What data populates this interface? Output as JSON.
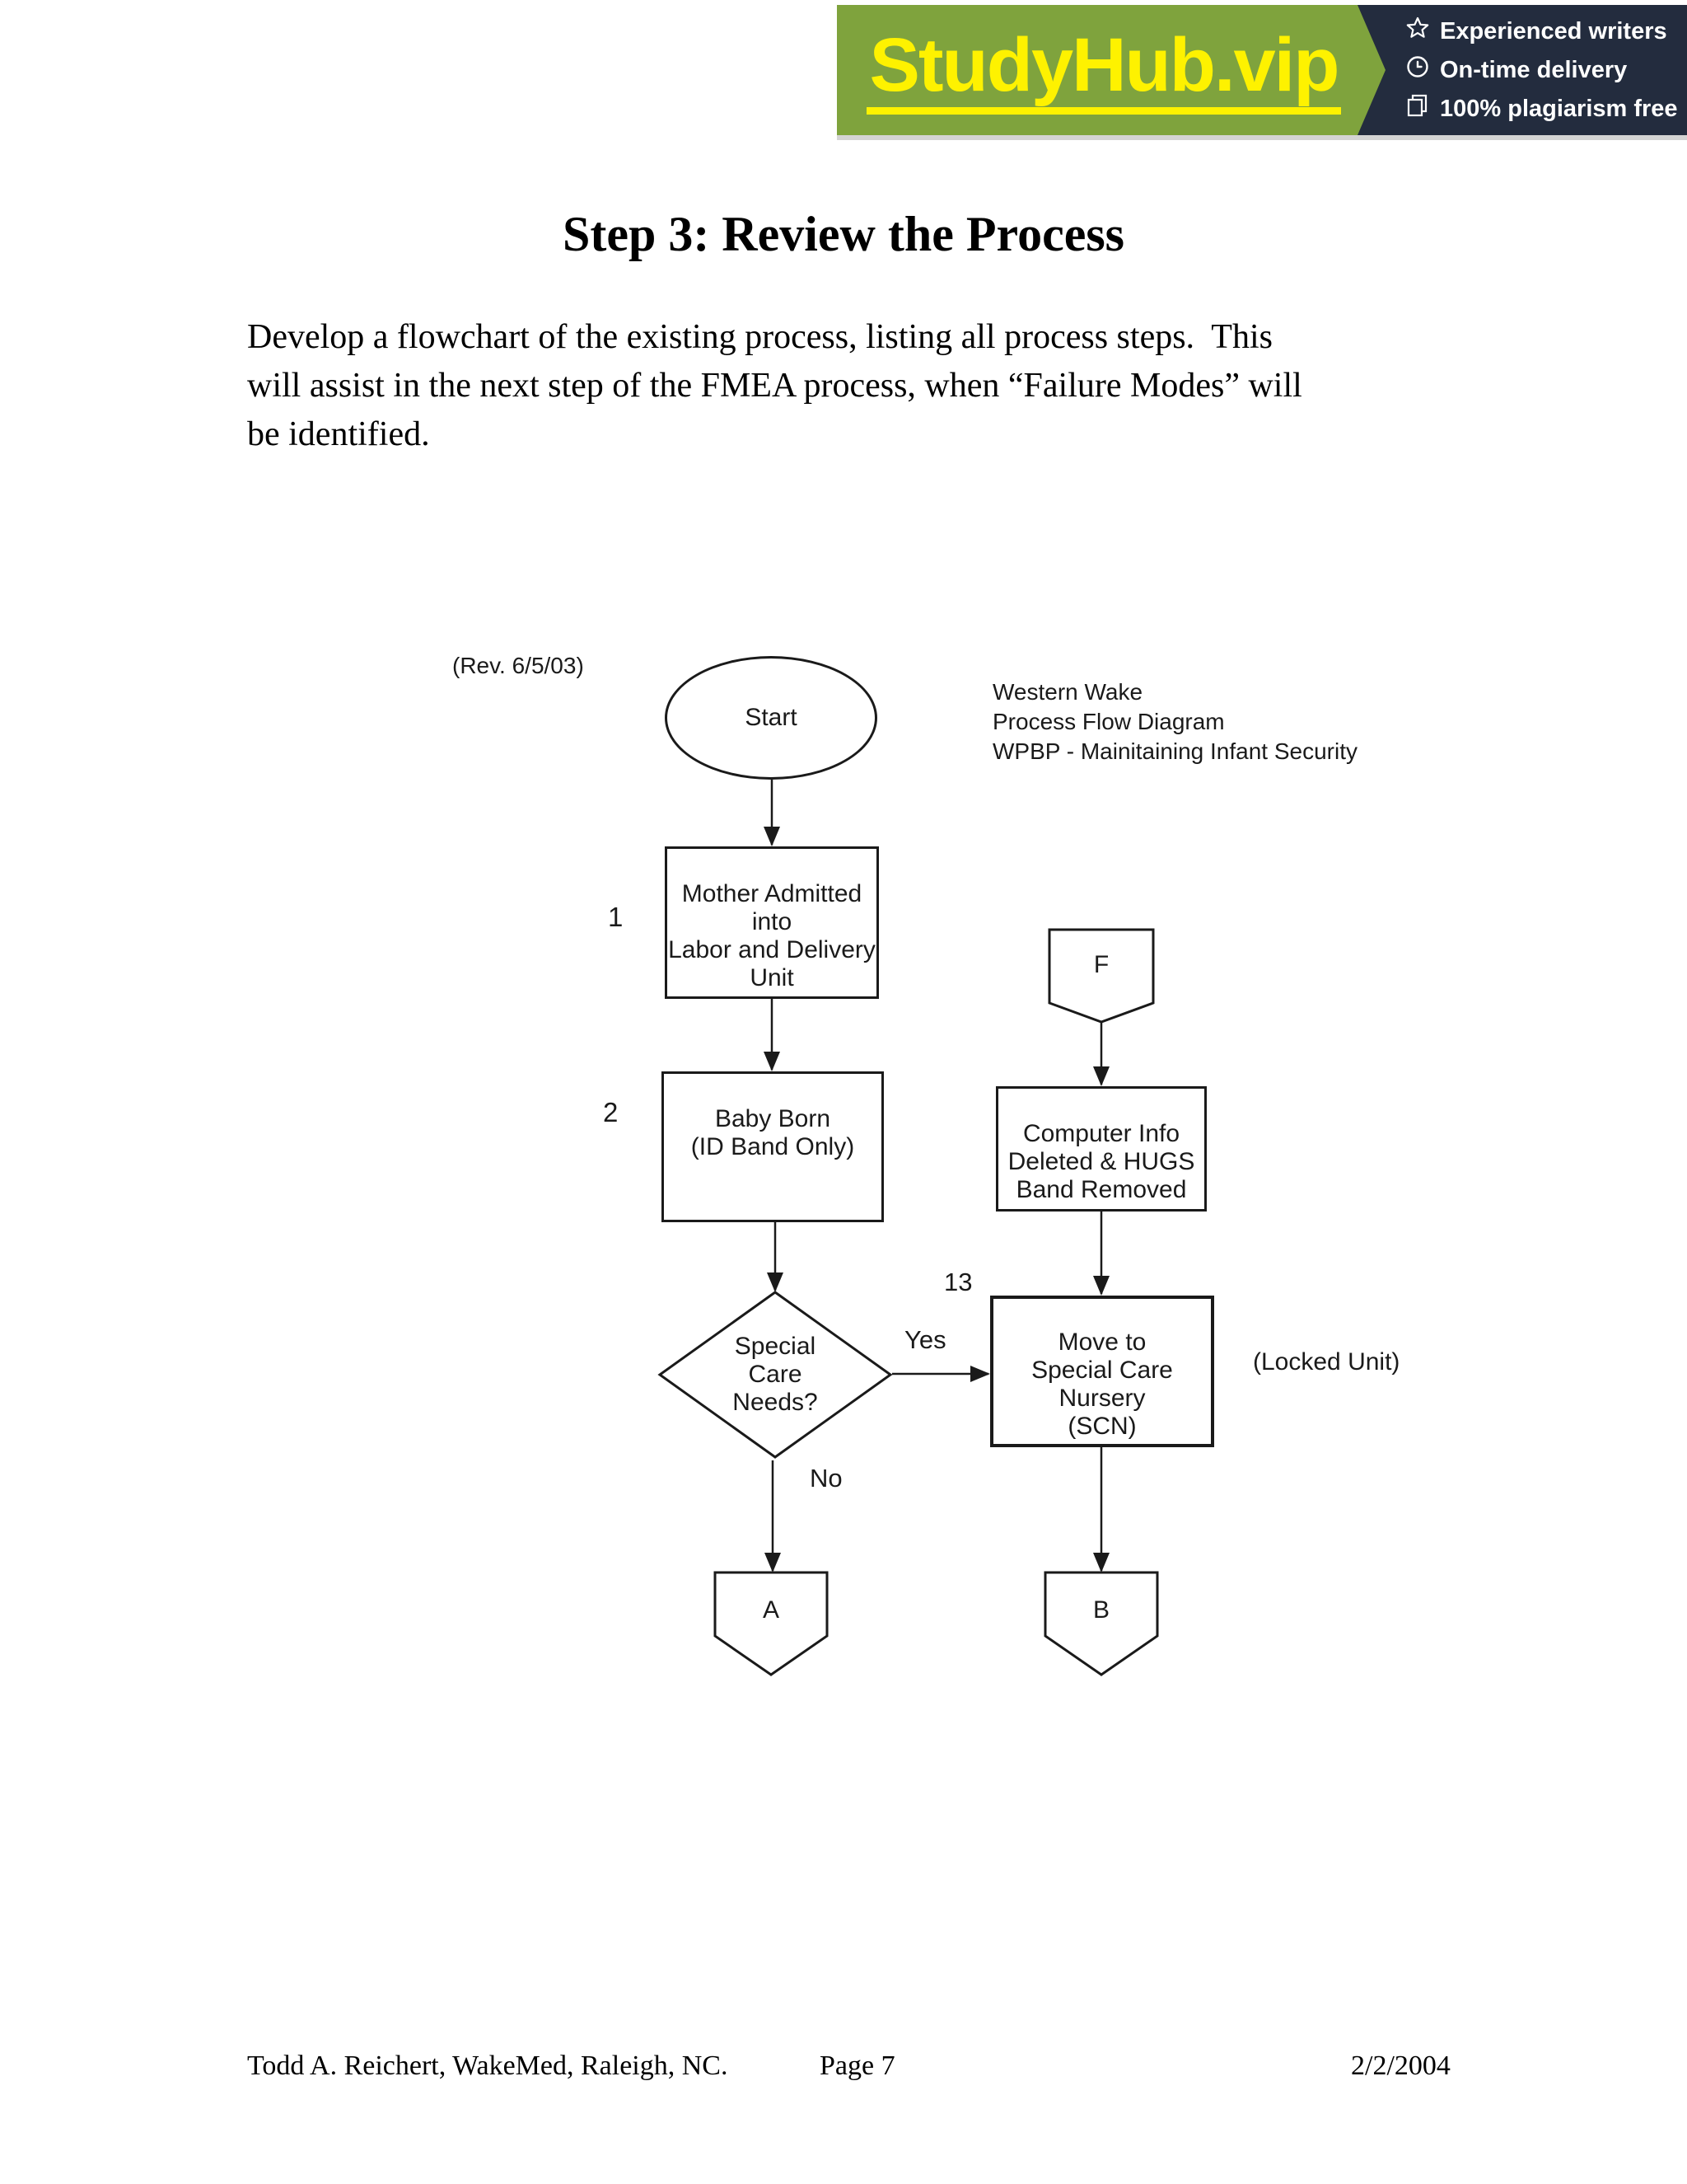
{
  "banner": {
    "brand": "StudyHub.vip",
    "features": [
      {
        "icon": "star-icon",
        "label": "Experienced writers"
      },
      {
        "icon": "clock-icon",
        "label": "On-time delivery"
      },
      {
        "icon": "copy-icon",
        "label": "100% plagiarism free"
      }
    ],
    "colors": {
      "green": "#7fa33d",
      "yellow": "#fef200",
      "navy": "#232c3e"
    }
  },
  "document": {
    "title": "Step 3: Review the Process",
    "paragraph": "Develop a flowchart of the existing process, listing all process steps.  This\nwill assist in the next step of the FMEA process, when “Failure Modes” will\nbe identified."
  },
  "flowchart": {
    "revision": "(Rev. 6/5/03)",
    "header": "Western Wake\nProcess Flow Diagram\nWPBP - Mainitaining Infant Security",
    "nodes": {
      "start": "Start",
      "step1": {
        "number": "1",
        "label": "Mother Admitted into\nLabor and Delivery\nUnit"
      },
      "step2": {
        "number": "2",
        "label": "Baby Born\n(ID Band Only)"
      },
      "decision": "Special\nCare\nNeeds?",
      "connector_f": "F",
      "computer": "Computer Info\nDeleted & HUGS\nBand Removed",
      "scn": {
        "number": "13",
        "label": "Move to\nSpecial Care\nNursery\n(SCN)"
      },
      "connector_a": "A",
      "connector_b": "B"
    },
    "labels": {
      "yes": "Yes",
      "no": "No",
      "locked": "(Locked Unit)"
    }
  },
  "footer": {
    "author": "Todd A. Reichert, WakeMed, Raleigh, NC.",
    "page": "Page 7",
    "date": "2/2/2004"
  }
}
